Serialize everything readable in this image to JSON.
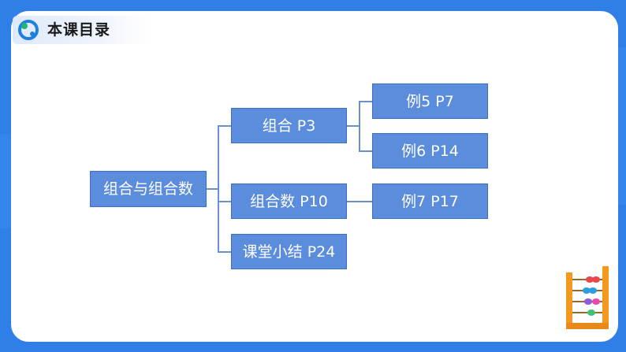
{
  "header": {
    "title": "本课目录"
  },
  "mindmap": {
    "root": "组合与组合数",
    "level1": [
      "组合  P3",
      "组合数  P10",
      "课堂小结  P24"
    ],
    "level2": [
      "例5  P7",
      "例6  P14",
      "例7  P17"
    ]
  },
  "colors": {
    "node_fill": "#5b8ddc",
    "background": "#2f7fe6",
    "line": "#6a90cf"
  },
  "icons": {
    "logo": "brand-logo-icon",
    "decoration": "abacus-icon"
  }
}
